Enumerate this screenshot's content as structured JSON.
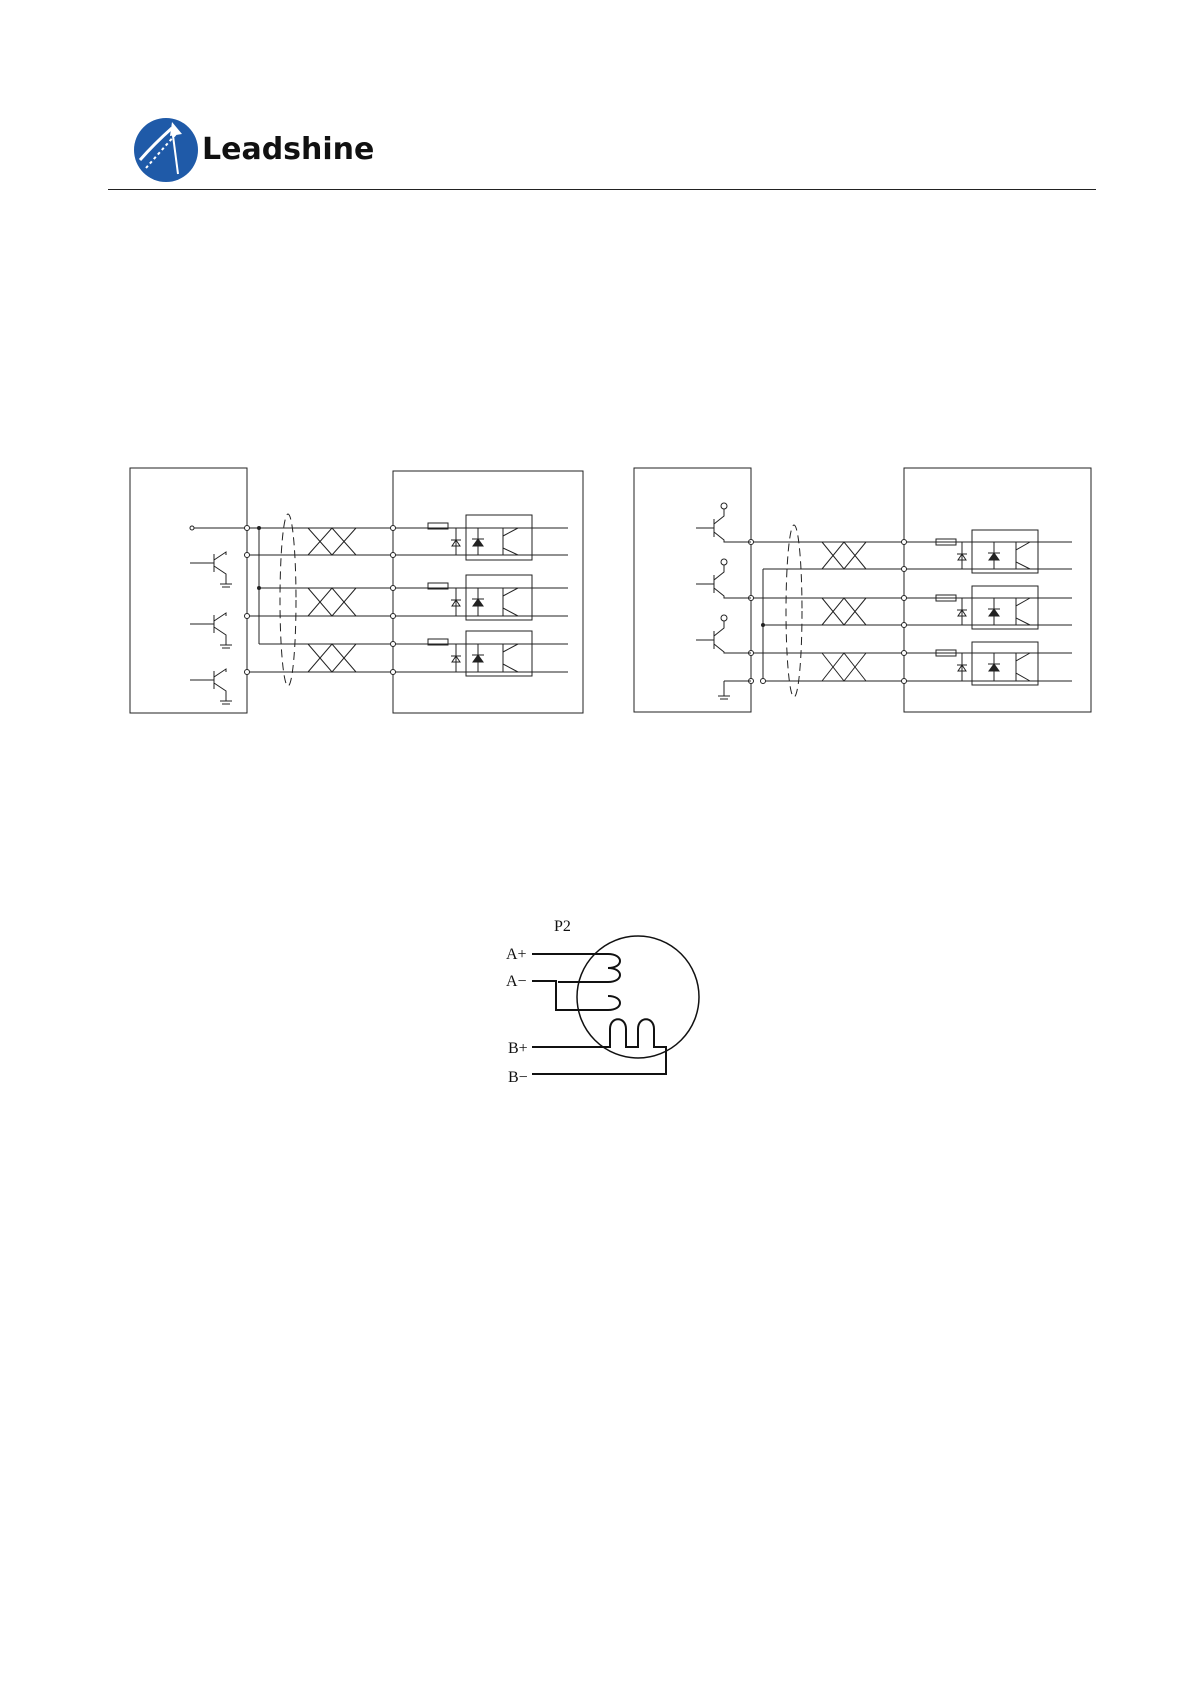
{
  "header": {
    "brand_name": "Leadshine",
    "logo_icon": "leadshine-globe-arrow-logo",
    "brand_color": "#1f5aa8"
  },
  "motor_diagram": {
    "connector_label": "P2",
    "terminals": [
      "A+",
      "A−",
      "B+",
      "B−"
    ]
  }
}
